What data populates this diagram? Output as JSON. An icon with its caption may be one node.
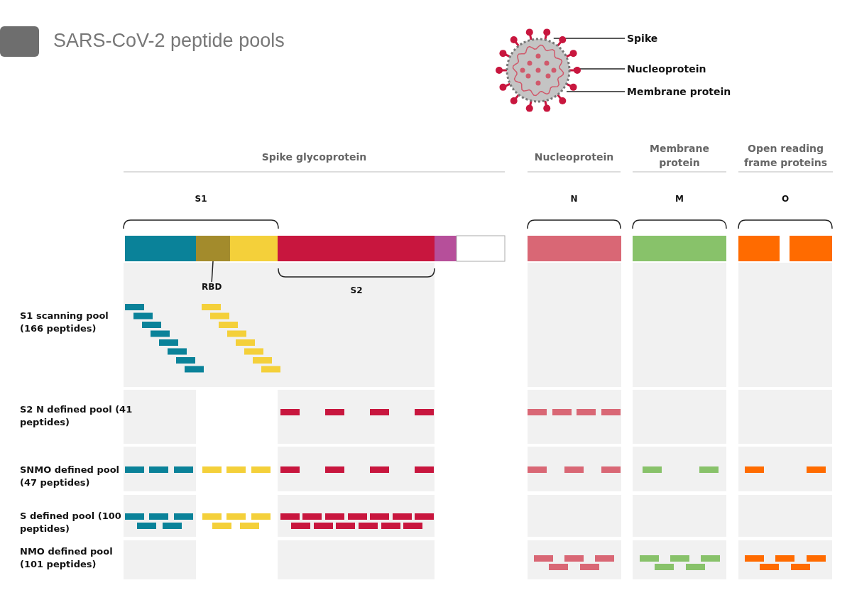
{
  "diagram": {
    "title": "SARS-CoV-2 peptide pools",
    "nodes": [
      {
        "text": [],
        "shape": "picture"
      },
      {
        "text": [
          "Spike"
        ]
      },
      {
        "text": [
          "Nucleoprotein"
        ]
      },
      {
        "text": [
          "Membrane protein"
        ]
      },
      {
        "text": [
          "RBD"
        ]
      }
    ],
    "edges": [
      {
        "from": 1,
        "to": 0,
        "arrow": "none"
      },
      {
        "from": 2,
        "to": 0,
        "arrow": "none"
      },
      {
        "from": 3,
        "to": 0,
        "arrow": "none"
      },
      {
        "from": 4,
        "to": null,
        "arrow": "none"
      }
    ],
    "labels": [
      "Spike glycoprotein",
      "Nucleoprotein",
      "Membrane protein",
      "Open reading frame proteins",
      "S1",
      "N",
      "M",
      "O",
      "S2",
      "S1 scanning pool (166 peptides)",
      "S2 N defined pool (41 peptides)",
      "SNMO defined pool (47 peptides)",
      "S  defined pool (100 peptides)",
      "NMO  defined pool (101 peptides)"
    ]
  }
}
